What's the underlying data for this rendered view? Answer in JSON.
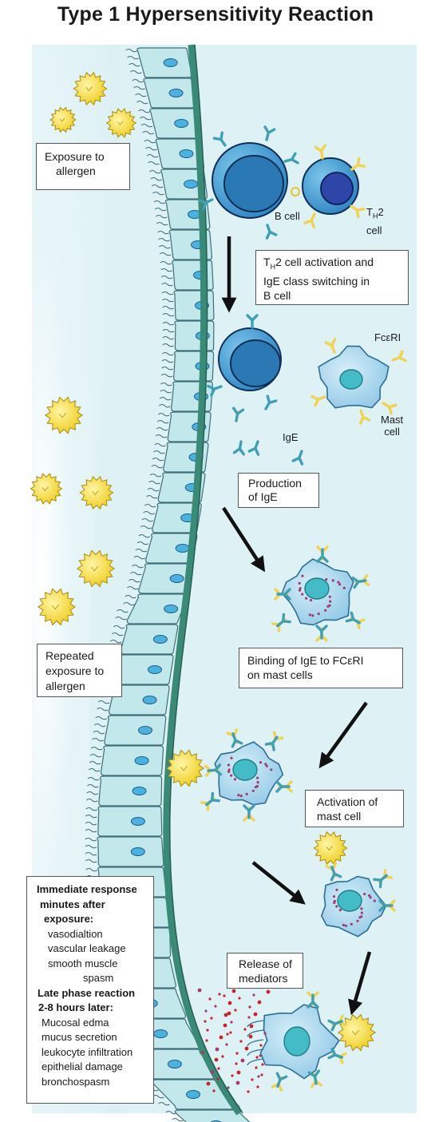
{
  "title": "Type 1 Hypersensitivity Reaction",
  "labels": {
    "exposure": [
      "Exposure to",
      "allergen"
    ],
    "bcell": "B cell",
    "th2_main": "T",
    "th2_sub": "H",
    "th2_tail": "2",
    "th2_cell": "cell",
    "step1": [
      "T",
      "H",
      "2 cell activation and",
      "IgE class switching in",
      "B cell"
    ],
    "fceri": "FcεRI",
    "mast": [
      "Mast",
      "cell"
    ],
    "ige": "IgE",
    "production": [
      "Production",
      "of IgE"
    ],
    "repeated": [
      "Repeated",
      "exposure to",
      "allergen"
    ],
    "binding": [
      "Binding of IgE to FCεRI",
      "on mast cells"
    ],
    "activation": [
      "Activation of",
      "mast cell"
    ],
    "release": [
      "Release of",
      "mediators"
    ]
  },
  "response": {
    "immediate_heading": [
      "Immediate response",
      "minutes after",
      "exposure:"
    ],
    "immediate_items": [
      "vasodialtion",
      "vascular leakage",
      "smooth muscle",
      "spasm"
    ],
    "late_heading": [
      "Late phase reaction",
      "2-8 hours later:"
    ],
    "late_items": [
      "Mucosal edma",
      "mucus secretion",
      "leukocyte infiltration",
      "epithelial damage",
      "bronchospasm"
    ]
  },
  "colors": {
    "tissue_bg": "#dff1f4",
    "epithelium_cell": "#c3e8ec",
    "cell_nucleus": "#49b2df",
    "basement_membrane": "#3a8a78",
    "bcell": "#3d9ad6",
    "th2_nucleus": "#2d46a8",
    "mast_cell": "#a9d8ee",
    "mast_nucleus": "#43bcc7",
    "granule": "#a33a70",
    "allergen": "#f4dc3a",
    "receptor": "#f1d34f",
    "antibody": "#3f9fb3",
    "mediator": "#c8232c",
    "arrow": "#111111"
  }
}
